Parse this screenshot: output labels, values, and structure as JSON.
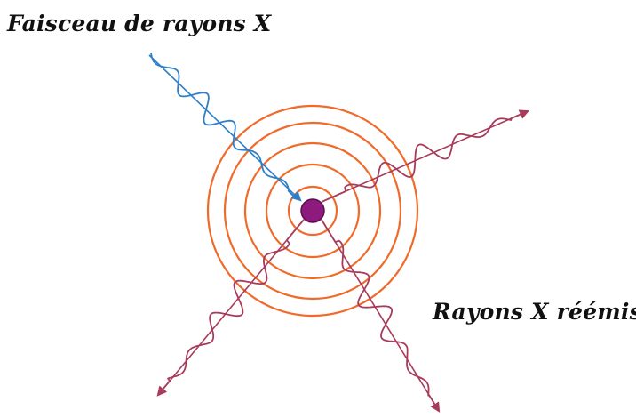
{
  "labels": {
    "incident": "Faisceau de rayons X",
    "reemitted": "Rayons X réémis"
  },
  "colors": {
    "incident_wave": "#2f7fc8",
    "reemitted_wave": "#a83a5a",
    "rings": "#f06a2a",
    "atom": "#8e1a7e",
    "text": "#111111"
  },
  "rings_count": 5
}
